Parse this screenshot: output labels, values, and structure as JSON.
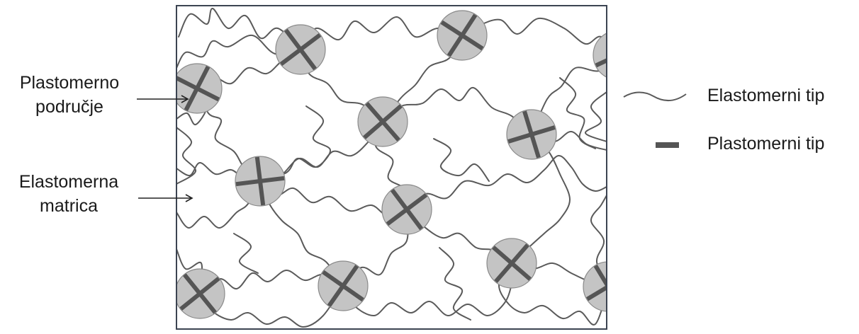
{
  "labels": {
    "left_top": [
      "Plastomerno",
      "područje"
    ],
    "left_bottom": [
      "Elastomerna",
      "matrica"
    ]
  },
  "legend": {
    "elastomeric": "Elastomerni tip",
    "plastomeric": "Plastomerni tip"
  },
  "colors": {
    "chain": "#5a5a5a",
    "domain_fill": "#c4c4c4",
    "domain_stroke": "#8a8a8a",
    "cross": "#555555",
    "box": "#3c4452"
  }
}
